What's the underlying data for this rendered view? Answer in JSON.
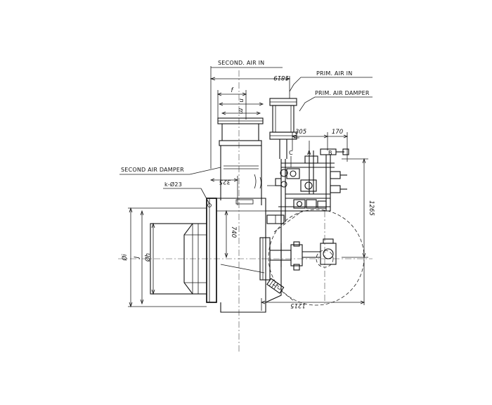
{
  "labels": {
    "second_air_in": "SECOND. AIR IN",
    "prim_air_in": "PRIM. AIR IN",
    "prim_air_damper": "PRIM. AIR DAMPER",
    "second_air_damper": "SECOND AIR DAMPER",
    "bolt_holes": "k-Ø23"
  },
  "dimensions": {
    "d1819": "1819",
    "d1265": "1265",
    "d1215": "1215",
    "d325": "325",
    "d740": "740",
    "d305": "305",
    "d170": "170",
    "f": "f",
    "n": "n",
    "m": "m",
    "phi_i": "Øi",
    "j": "J",
    "phi_h": "Øh"
  },
  "callouts": {
    "a": "A",
    "b": "B",
    "c": "C"
  },
  "colors": {
    "line": "#111111",
    "background": "#ffffff"
  }
}
